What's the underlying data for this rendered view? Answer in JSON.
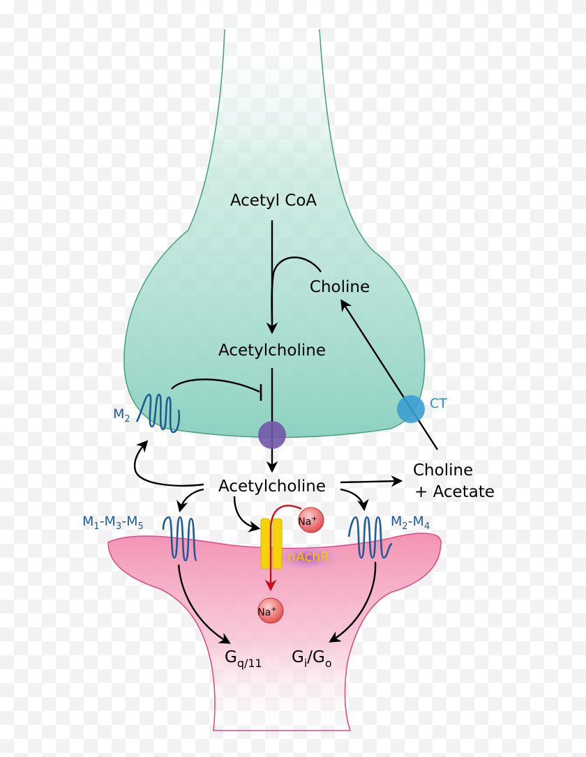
{
  "labels": {
    "acetyl_coa": "Acetyl CoA",
    "choline_top": "Choline",
    "acetylcholine_pre": "Acetylcholine",
    "acetylcholine_cleft": "Acetylcholine",
    "choline_acetate_line1": "Choline",
    "choline_acetate_line2": "+ Acetate",
    "ct": "CT",
    "nachr": "nAchR",
    "na_top": "Na",
    "na_bottom": "Na",
    "na_charge": "+",
    "m2_pre": {
      "base": "M",
      "sub": "2"
    },
    "m1m3m5": {
      "m1": "M",
      "s1": "1",
      "sep1": "-M",
      "s3": "3",
      "sep2": "-M",
      "s5": "5"
    },
    "m2m4": {
      "m2": "M",
      "s2": "2",
      "sep": "-M",
      "s4": "4"
    },
    "gq11": {
      "base": "G",
      "sub": "q/11"
    },
    "gigo": {
      "g1": "G",
      "s1": "i",
      "sep": "/G",
      "s2": "o"
    }
  },
  "colors": {
    "presynaptic_fill": "#8fd3c3",
    "presynaptic_stroke": "#4aa37f",
    "postsynaptic_fill": "#f08fb0",
    "postsynaptic_stroke": "#d94f8e",
    "receptor": "#1d5a96",
    "ct_circle": "#3a9fd0",
    "vesicle": "#7257a8",
    "channel": "#f5d20c",
    "na_ion": "#e04848",
    "na_arrow": "#c8101c",
    "nachr_glow": "#b060c8",
    "nachr_text": "#f5c800",
    "arrow": "#000000"
  }
}
